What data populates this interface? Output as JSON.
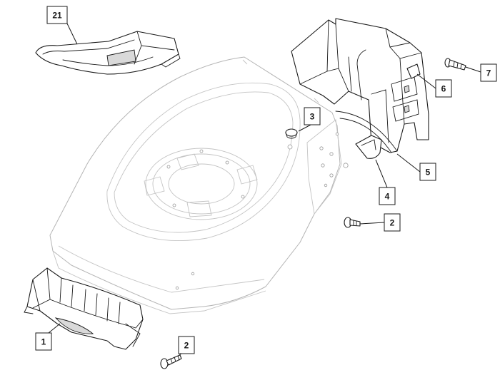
{
  "callouts": [
    {
      "id": "callout-21",
      "label": "21"
    },
    {
      "id": "callout-3",
      "label": "3"
    },
    {
      "id": "callout-7",
      "label": "7"
    },
    {
      "id": "callout-6",
      "label": "6"
    },
    {
      "id": "callout-5",
      "label": "5"
    },
    {
      "id": "callout-4",
      "label": "4"
    },
    {
      "id": "callout-2-upper",
      "label": "2"
    },
    {
      "id": "callout-1",
      "label": "1"
    },
    {
      "id": "callout-2-lower",
      "label": "2"
    }
  ]
}
